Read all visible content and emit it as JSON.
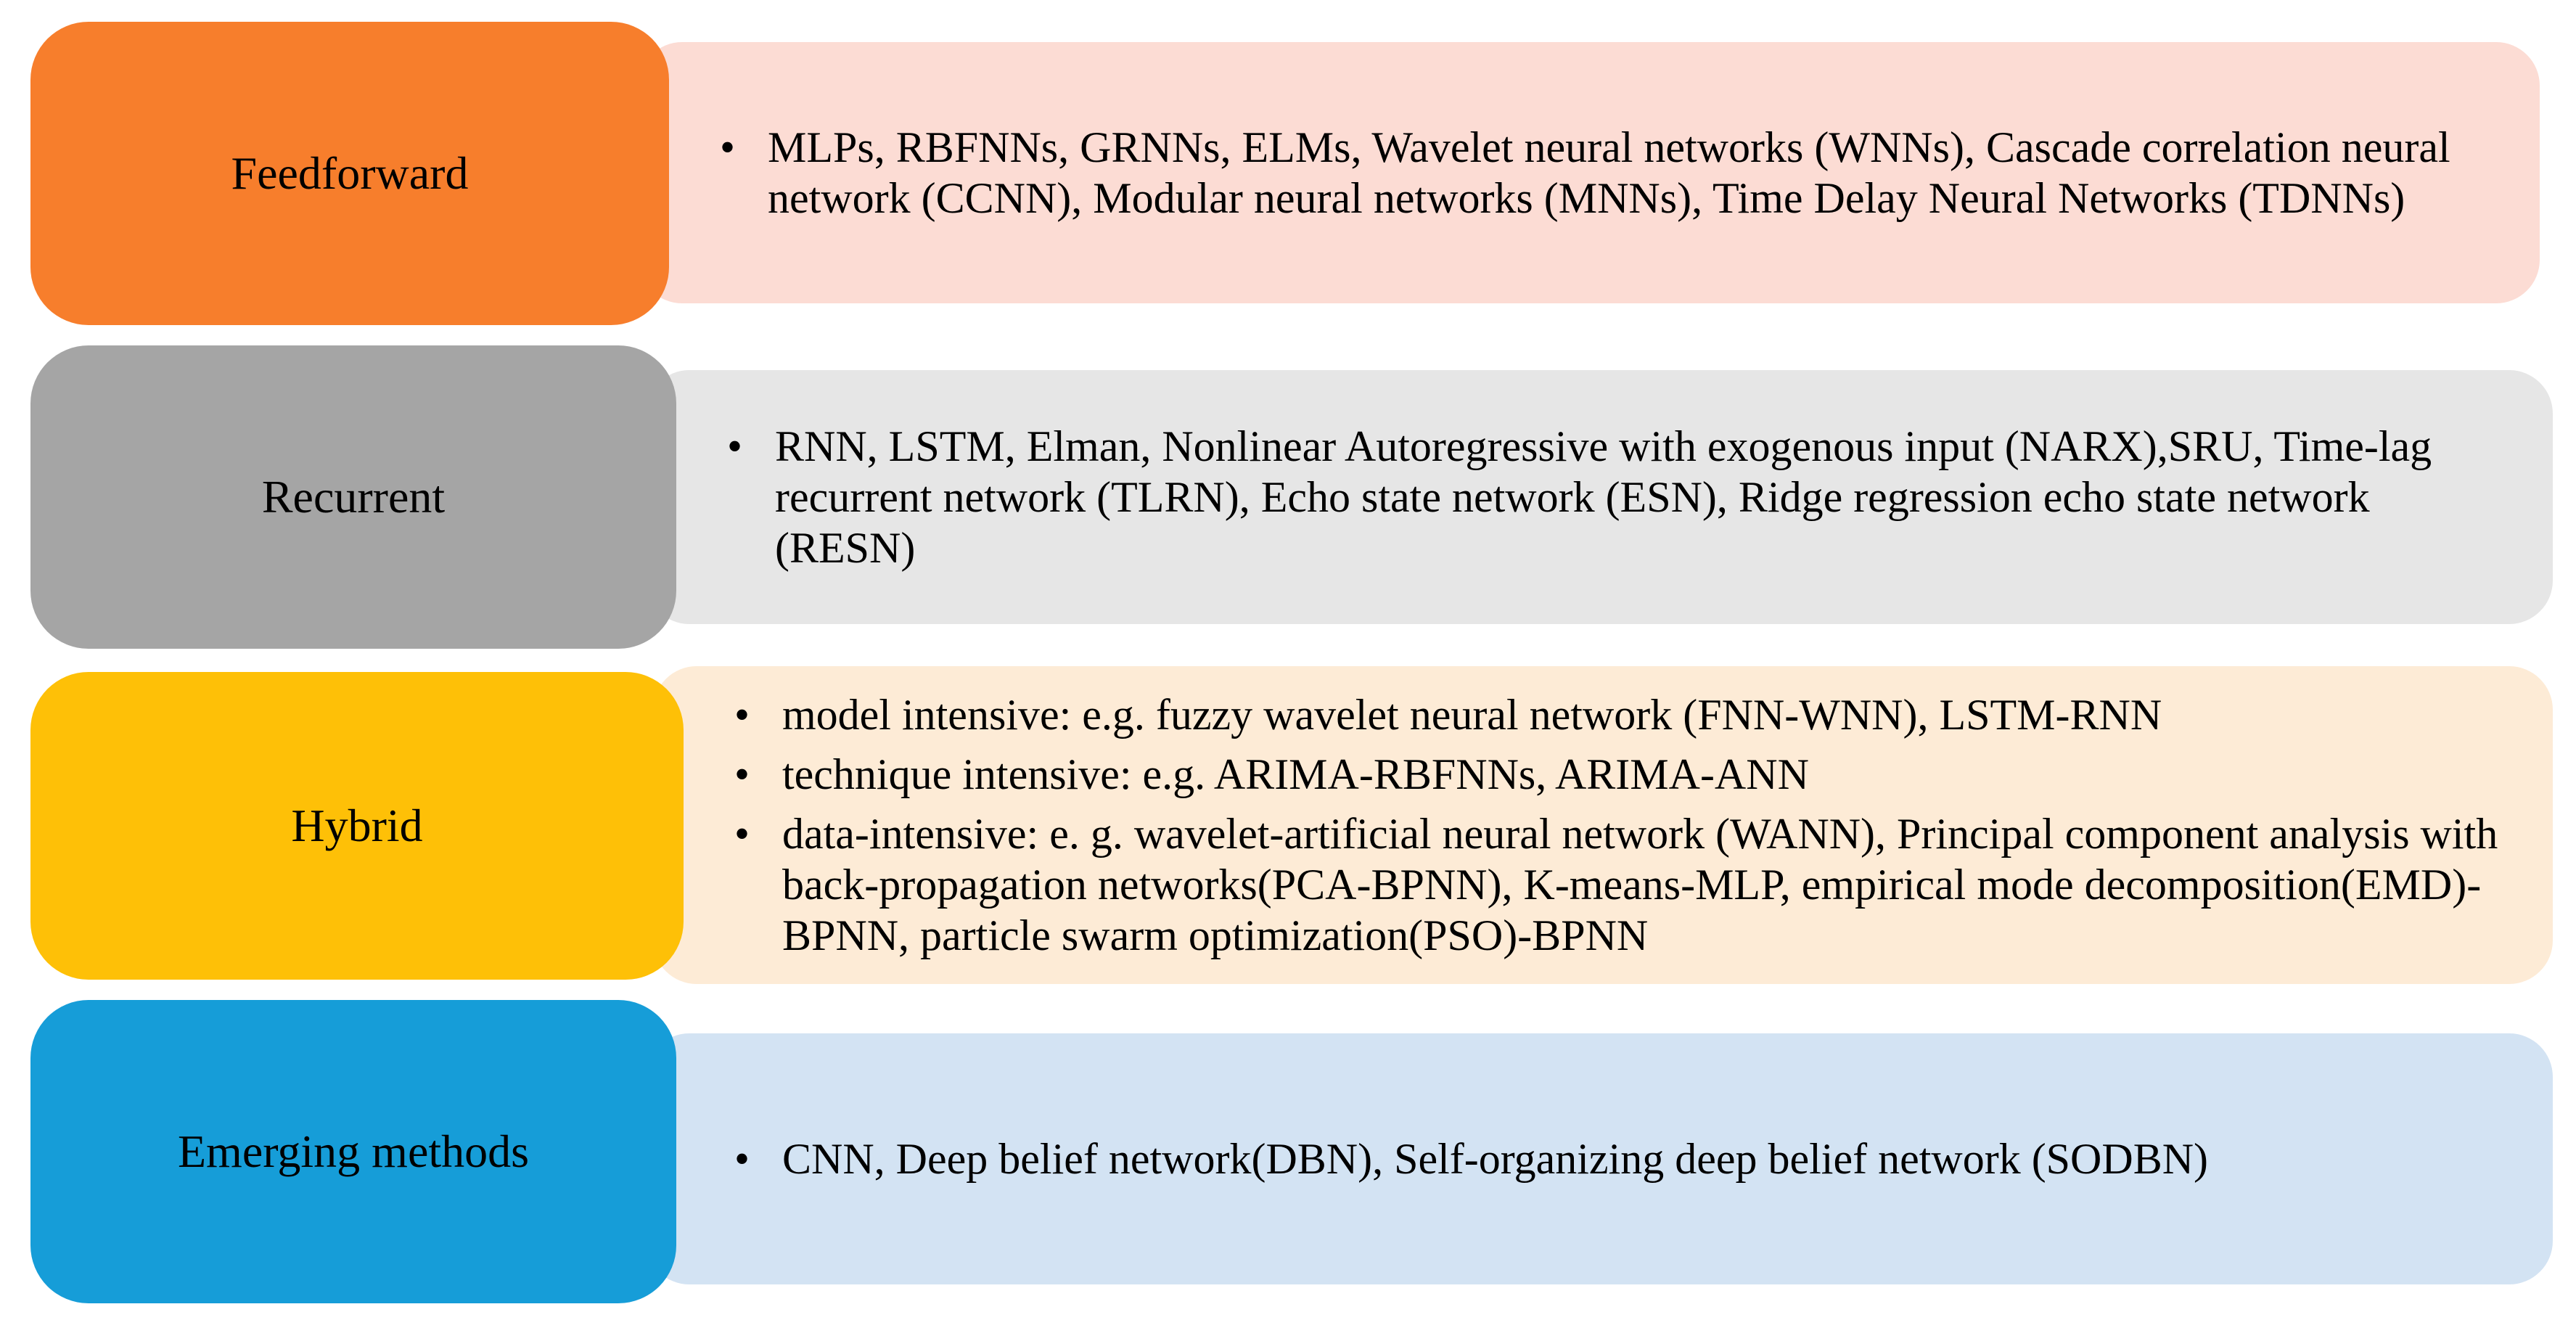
{
  "categories": [
    {
      "label": "Feedforward",
      "label_color": "#f77e2c",
      "content_color": "#fcdcd4",
      "items": [
        "MLPs, RBFNNs, GRNNs, ELMs, Wavelet neural networks (WNNs), Cascade correlation neural network (CCNN), Modular neural networks (MNNs), Time Delay Neural Networks (TDNNs)"
      ]
    },
    {
      "label": "Recurrent",
      "label_color": "#a5a5a5",
      "content_color": "#e6e6e6",
      "items": [
        "RNN, LSTM, Elman, Nonlinear Autoregressive with exogenous input (NARX),SRU, Time-lag recurrent network (TLRN), Echo state network (ESN),  Ridge regression echo state network (RESN)"
      ]
    },
    {
      "label": "Hybrid",
      "label_color": "#fec007",
      "content_color": "#fdebd6",
      "items": [
        "model intensive: e.g. fuzzy wavelet neural network (FNN-WNN), LSTM-RNN",
        "technique intensive: e.g. ARIMA-RBFNNs, ARIMA-ANN",
        "data-intensive: e. g. wavelet-artificial neural network (WANN), Principal component analysis with back-propagation networks(PCA-BPNN), K-means-MLP, empirical mode decomposition(EMD)-BPNN, particle swarm optimization(PSO)-BPNN"
      ]
    },
    {
      "label": "Emerging methods",
      "label_color": "#169dd8",
      "content_color": "#d3e3f3",
      "items": [
        "CNN, Deep belief network(DBN), Self-organizing deep belief network (SODBN)"
      ]
    }
  ],
  "bullet_char": "•"
}
